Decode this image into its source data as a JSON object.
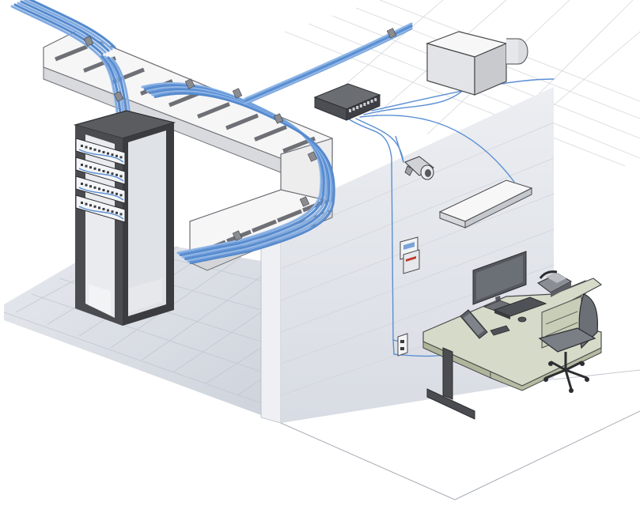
{
  "diagram": {
    "kind": "isometric structured cabling illustration",
    "colors": {
      "cable": "#5b8fd3",
      "cable_light": "#8fb6e8",
      "cable_dark": "#3f6fb0",
      "floor": "#d9dde3",
      "wall": "#e3e6ec",
      "rack": "#4a4c50",
      "tray": "#f2f2f2",
      "tray_edge": "#8a8c90",
      "desk": "#d5dbc8",
      "outline": "#3a3a3a"
    },
    "components": [
      {
        "id": "rack",
        "icon": "server-rack-icon"
      },
      {
        "id": "patch-panels",
        "icon": "patch-panel-icon",
        "count": 4
      },
      {
        "id": "cable-tray",
        "icon": "cable-tray-icon"
      },
      {
        "id": "network-switch",
        "icon": "network-switch-icon",
        "ports": 8
      },
      {
        "id": "hvac-unit",
        "icon": "air-handler-icon"
      },
      {
        "id": "security-camera",
        "icon": "camera-icon"
      },
      {
        "id": "wireless-access-point",
        "icon": "access-point-icon"
      },
      {
        "id": "wall-keypad",
        "icon": "keypad-icon"
      },
      {
        "id": "wall-outlet",
        "icon": "outlet-icon"
      },
      {
        "id": "desk",
        "icon": "desk-icon"
      },
      {
        "id": "monitor",
        "icon": "monitor-icon"
      },
      {
        "id": "keyboard",
        "icon": "keyboard-icon"
      },
      {
        "id": "ip-phone",
        "icon": "phone-icon"
      },
      {
        "id": "conference-phone",
        "icon": "conference-phone-icon"
      },
      {
        "id": "office-chair",
        "icon": "chair-icon"
      }
    ]
  }
}
